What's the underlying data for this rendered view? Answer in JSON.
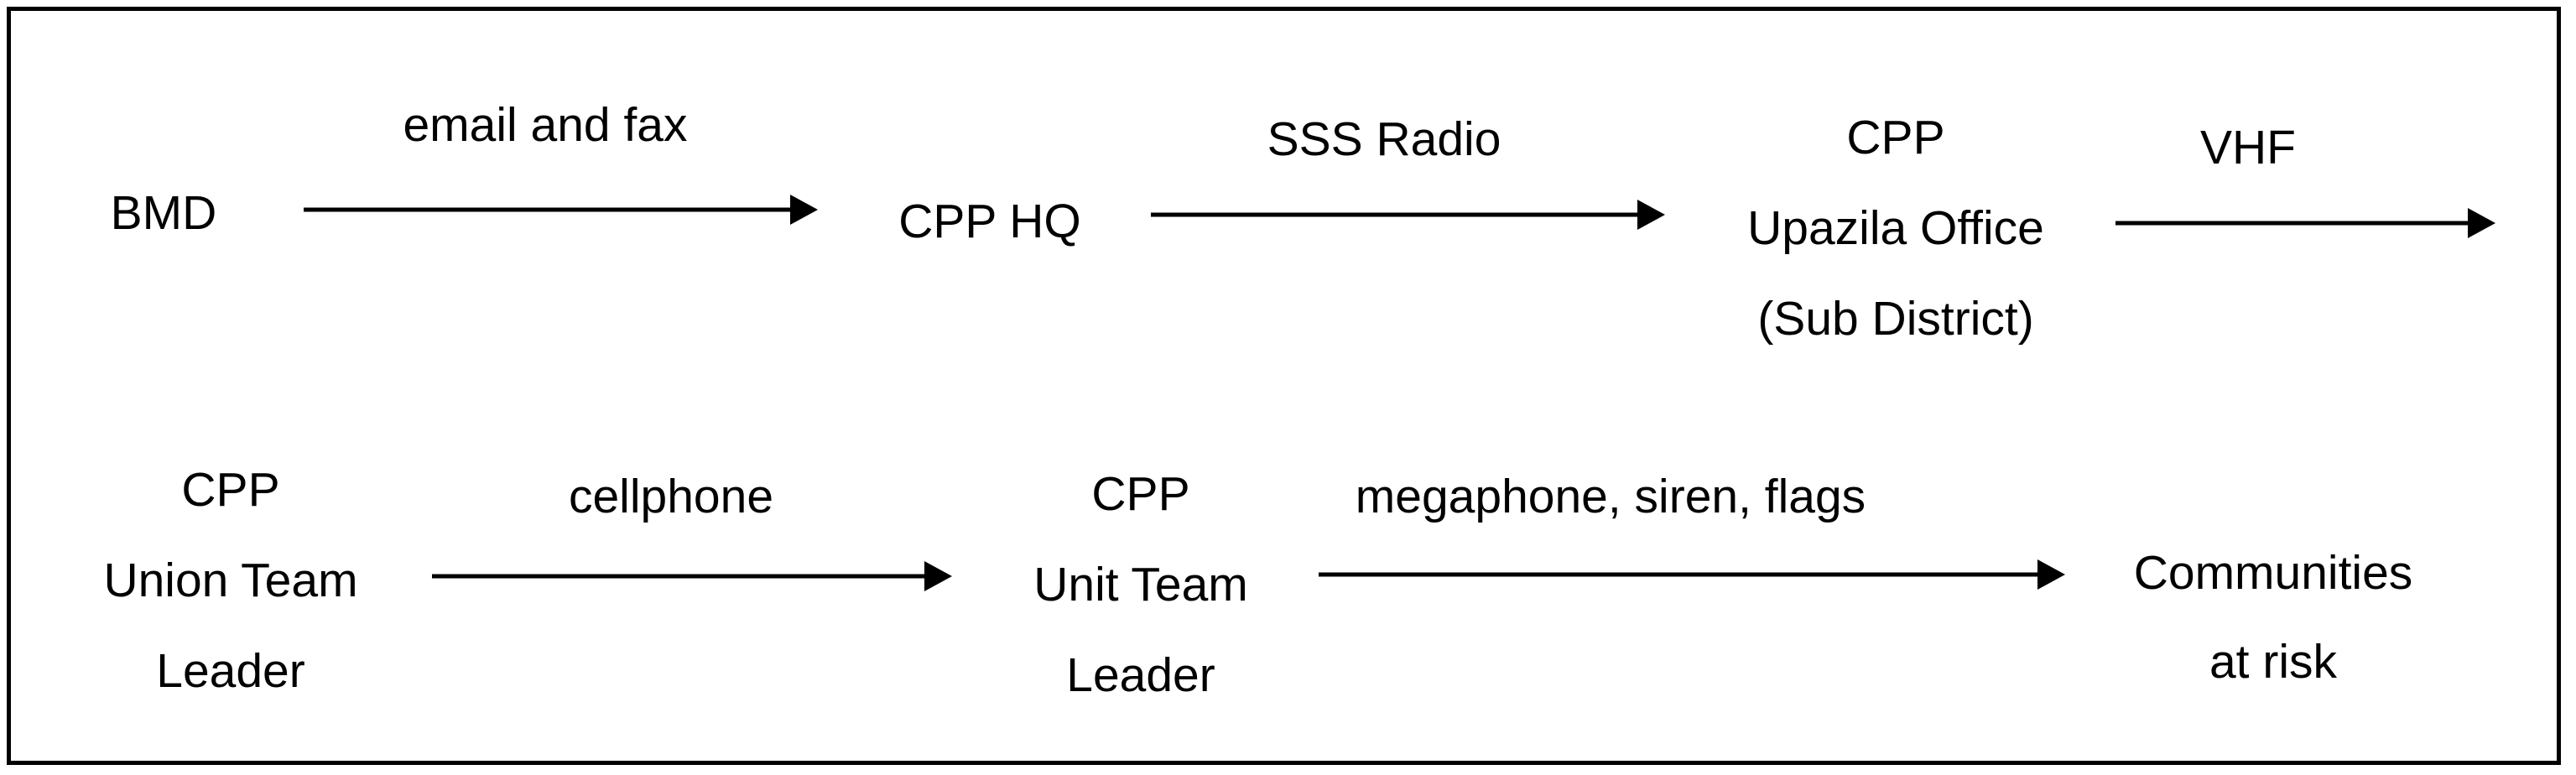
{
  "diagram": {
    "nodes": {
      "bmd": {
        "lines": [
          "BMD"
        ]
      },
      "cpp_hq": {
        "lines": [
          "CPP HQ"
        ]
      },
      "upazila": {
        "lines": [
          "CPP",
          "Upazila Office",
          "(Sub District)"
        ]
      },
      "union": {
        "lines": [
          "CPP",
          "Union Team",
          "Leader"
        ]
      },
      "unit": {
        "lines": [
          "CPP",
          "Unit Team",
          "Leader"
        ]
      },
      "communities": {
        "lines": [
          "Communities",
          "at risk"
        ]
      }
    },
    "edges": {
      "e1": {
        "from": "BMD",
        "to": "CPP HQ",
        "label": "email and fax"
      },
      "e2": {
        "from": "CPP HQ",
        "to": "CPP Upazila Office (Sub District)",
        "label": "SSS Radio"
      },
      "e3": {
        "from": "CPP Upazila Office (Sub District)",
        "to": "",
        "label": "VHF"
      },
      "e4": {
        "from": "CPP Union Team Leader",
        "to": "CPP Unit Team Leader",
        "label": "cellphone"
      },
      "e5": {
        "from": "CPP Unit Team Leader",
        "to": "Communities at risk",
        "label": "megaphone, siren, flags"
      }
    }
  }
}
